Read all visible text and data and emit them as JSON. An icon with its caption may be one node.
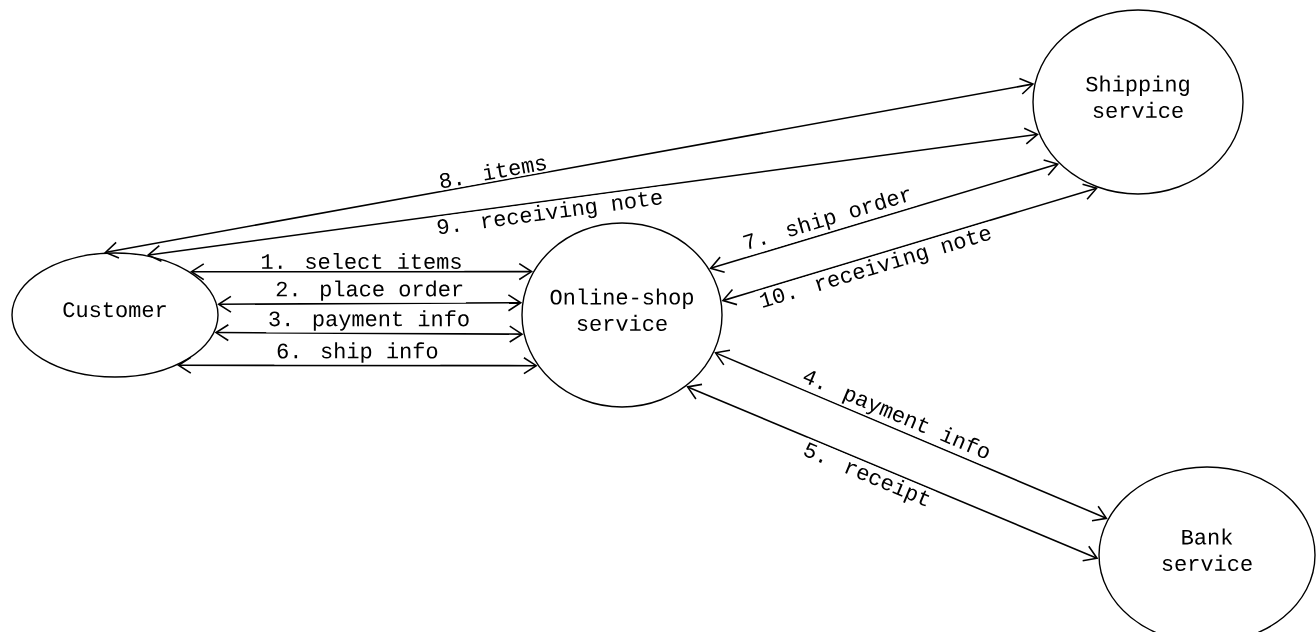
{
  "diagram": {
    "nodes": [
      {
        "text": [
          "Customer"
        ]
      },
      {
        "text": [
          "Online-shop service"
        ]
      },
      {
        "text": [
          "Shipping service"
        ]
      },
      {
        "text": [
          "Bank service"
        ]
      }
    ],
    "edges": [
      {
        "from": 0,
        "to": 2,
        "arrow": "both",
        "label": "8. items"
      },
      {
        "from": 0,
        "to": 2,
        "arrow": "both",
        "label": "9. receiving note"
      },
      {
        "from": 0,
        "to": 1,
        "arrow": "both",
        "label": "1. select items"
      },
      {
        "from": 0,
        "to": 1,
        "arrow": "both",
        "label": "2. place order"
      },
      {
        "from": 0,
        "to": 1,
        "arrow": "both",
        "label": "3. payment info"
      },
      {
        "from": 0,
        "to": 1,
        "arrow": "both",
        "label": "6. ship info"
      },
      {
        "from": 1,
        "to": 2,
        "arrow": "both",
        "label": "7. ship order"
      },
      {
        "from": 1,
        "to": 2,
        "arrow": "both",
        "label": "10. receiving note"
      },
      {
        "from": 1,
        "to": 3,
        "arrow": "both",
        "label": "4. payment info"
      },
      {
        "from": 1,
        "to": 3,
        "arrow": "both",
        "label": "5. receipt"
      }
    ]
  }
}
